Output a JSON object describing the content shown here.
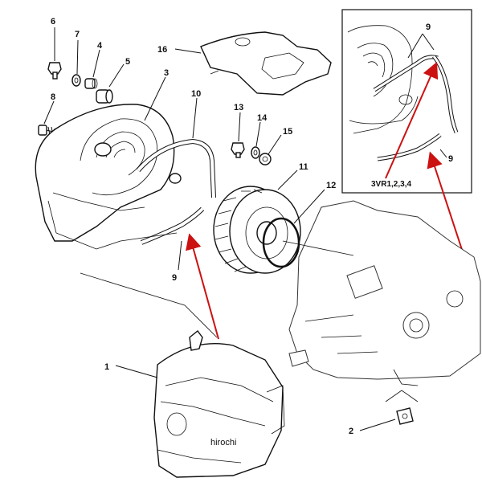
{
  "callouts": {
    "c1": "1",
    "c2": "2",
    "c3": "3",
    "c4": "4",
    "c5": "5",
    "c6": "6",
    "c7": "7",
    "c8": "8",
    "c9a": "9",
    "c9b": "9",
    "c9c": "9",
    "c10": "10",
    "c11": "11",
    "c12": "12",
    "c13": "13",
    "c14": "14",
    "c15": "15",
    "c16": "16"
  },
  "inset": {
    "model_label": "3VR1,2,3,4"
  },
  "watermark": "hirochi",
  "colors": {
    "arrow": "#cc1111",
    "line": "#111111",
    "background": "#ffffff"
  }
}
